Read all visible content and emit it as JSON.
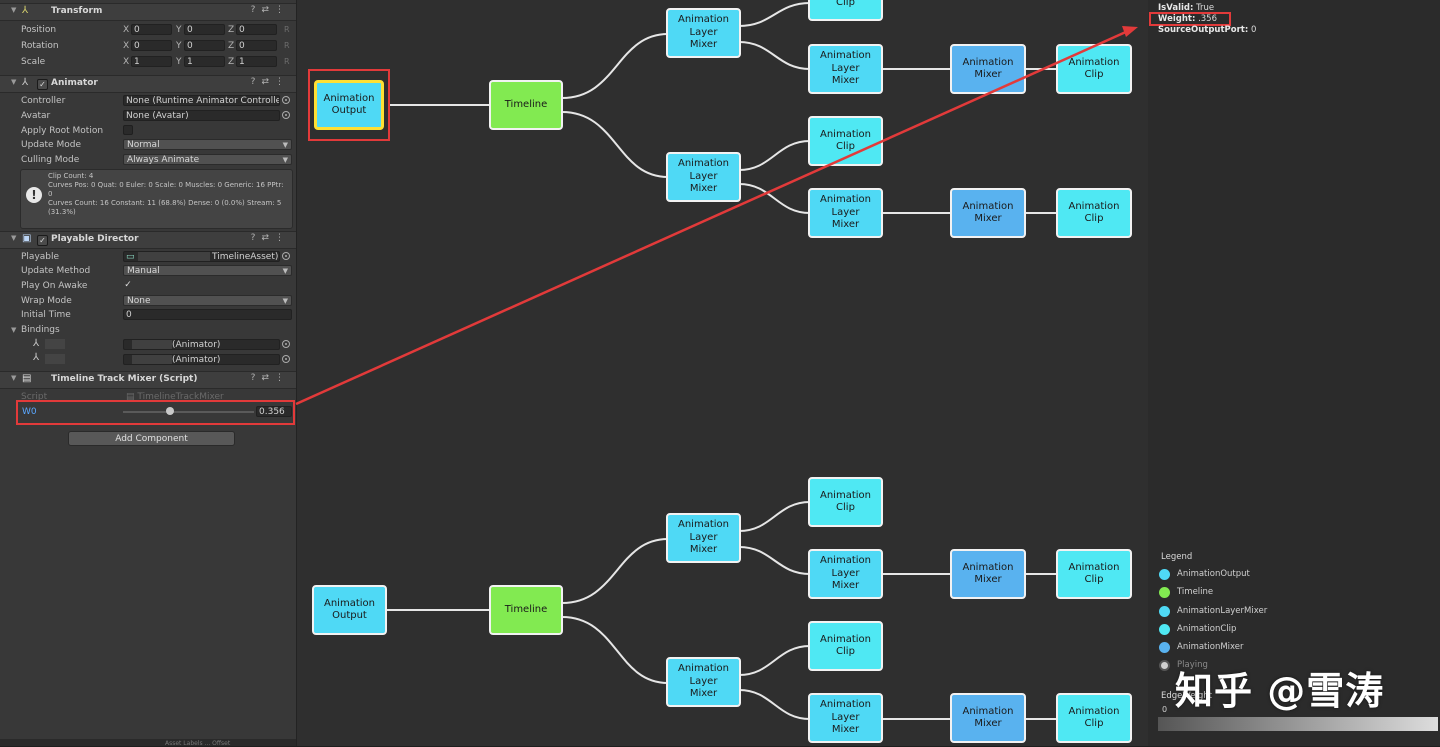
{
  "inspector": {
    "transform": {
      "title": "Transform",
      "rows": [
        {
          "label": "Position",
          "x": "0",
          "y": "0",
          "z": "0"
        },
        {
          "label": "Rotation",
          "x": "0",
          "y": "0",
          "z": "0"
        },
        {
          "label": "Scale",
          "x": "1",
          "y": "1",
          "z": "1"
        }
      ],
      "axis": {
        "x": "X",
        "y": "Y",
        "z": "Z"
      },
      "reset": "R"
    },
    "animator": {
      "title": "Animator",
      "controller_label": "Controller",
      "controller_value": "None (Runtime Animator Controller)",
      "avatar_label": "Avatar",
      "avatar_value": "None (Avatar)",
      "apply_root_motion_label": "Apply Root Motion",
      "update_mode_label": "Update Mode",
      "update_mode_value": "Normal",
      "culling_mode_label": "Culling Mode",
      "culling_mode_value": "Always Animate",
      "info": "Clip Count: 4\nCurves Pos: 0 Quat: 0 Euler: 0 Scale: 0 Muscles: 0 Generic: 16 PPtr: 0\nCurves Count: 16 Constant: 11 (68.8%) Dense: 0 (0.0%) Stream: 5 (31.3%)"
    },
    "playable_director": {
      "title": "Playable Director",
      "playable_label": "Playable",
      "playable_value": "TimelineAsset)",
      "update_method_label": "Update Method",
      "update_method_value": "Manual",
      "play_on_awake_label": "Play On Awake",
      "wrap_mode_label": "Wrap Mode",
      "wrap_mode_value": "None",
      "initial_time_label": "Initial Time",
      "initial_time_value": "0",
      "bindings_label": "Bindings",
      "binding_1": "(Animator)",
      "binding_2": "(Animator)"
    },
    "mixer_script": {
      "title": "Timeline Track Mixer (Script)",
      "script_label": "Script",
      "script_value": "TimelineTrackMixer",
      "w0_label": "W0",
      "w0_value": "0.356",
      "w0_fraction": 0.356
    },
    "add_component": "Add Component",
    "bottom_text": "Asset Labels ... Offset"
  },
  "graph": {
    "nodes": {
      "output": "Animation\nOutput",
      "timeline": "Timeline",
      "layer_mixer": "Animation\nLayer\nMixer",
      "clip": "Animation\nClip",
      "mixer": "Animation\nMixer"
    }
  },
  "info_panel": {
    "isvalid_label": "IsValid:",
    "isvalid_value": "True",
    "weight_label": "Weight:",
    "weight_value": ".356",
    "source_port_label": "SourceOutputPort:",
    "source_port_value": "0"
  },
  "legend": {
    "title": "Legend",
    "items": [
      {
        "label": "AnimationOutput",
        "color": "#4fd9f5"
      },
      {
        "label": "Timeline",
        "color": "#82ea51"
      },
      {
        "label": "AnimationLayerMixer",
        "color": "#4fd9f5"
      },
      {
        "label": "AnimationClip",
        "color": "#4fe8f3"
      },
      {
        "label": "AnimationMixer",
        "color": "#59b2ef"
      },
      {
        "label": "Playing",
        "color": "#d0d0d0"
      }
    ],
    "edge_label": "EdgeWeight",
    "edge_min": "0"
  },
  "watermark": "知乎 @雪涛",
  "colors": {
    "highlight": "#e23a3a",
    "selected_node_border": "#ffe033",
    "edge": "#e6e6e6"
  }
}
